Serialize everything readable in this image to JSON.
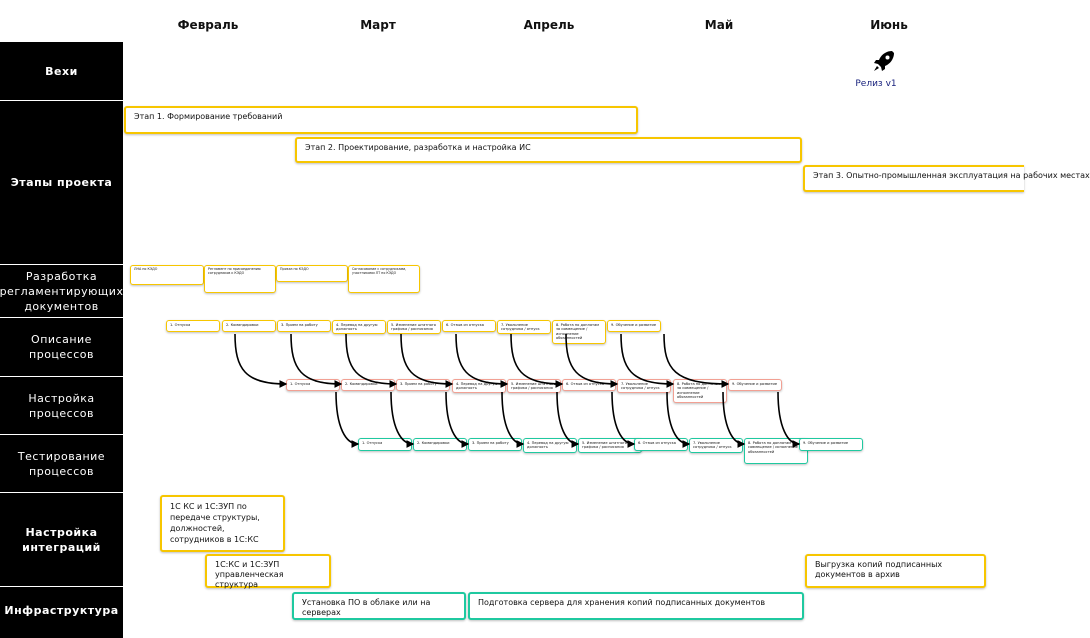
{
  "months": [
    "Февраль",
    "Март",
    "Апрель",
    "Май",
    "Июнь"
  ],
  "rows": {
    "milestones": "Вехи",
    "stages": "Этапы проекта",
    "regdocs": "Разработка регламентирующих документов",
    "proc_desc": "Описание процессов",
    "proc_setup": "Настройка процессов",
    "proc_test": "Тестирование процессов",
    "integrations": "Настройка интеграций",
    "infra": "Инфраструктура"
  },
  "milestone": {
    "icon": "rocket-icon",
    "label": "Релиз v1"
  },
  "stages": [
    "Этап 1. Формирование требований",
    "Этап 2. Проектирование, разработка и настройка ИС",
    "Этап 3. Опытно-промышленная эксплуатация на рабочих местах"
  ],
  "regdocs": [
    "ЛНА по КЭДО",
    "Регламент по присоединению сотрудников к КЭДО",
    "Приказ по КЭДО",
    "Согласование с сотрудниками, участниками ЛТ по КЭДО"
  ],
  "process_desc": [
    "1. Отпуска",
    "2. Командировки",
    "3. Прием на работу",
    "4. Перевод на другую должность",
    "5. Изменение штатного графика / расписания",
    "6. Отзыв из отпуска",
    "7. Увольнение сотрудника / отпуск",
    "8. Работа по доплатам за совмещение / исполнение обязанностей",
    "9. Обучение и развитие"
  ],
  "process_setup": [
    "1. Отпуска",
    "2. Командировки",
    "3. Прием на работу",
    "4. Перевод на другую должность",
    "5. Изменение штатного графика / расписания",
    "6. Отзыв из отпуска",
    "7. Увольнение сотрудника / отпуск",
    "8. Работа по доплатам за совмещение / исполнение обязанностей",
    "9. Обучение и развитие"
  ],
  "process_test": [
    "1. Отпуска",
    "2. Командировки",
    "3. Прием на работу",
    "4. Перевод на другую должность",
    "5. Изменение штатного графика / расписания",
    "6. Отзыв из отпуска",
    "7. Увольнение сотрудника / отпуск",
    "8. Работа по доплатам за совмещение / исполнение обязанностей",
    "9. Обучение и развитие"
  ],
  "integrations": [
    "1С КС и 1С:ЗУП по передаче структуры, должностей, сотрудников в 1С:КС",
    "1С:КС и 1С:ЗУП управленческая структура",
    "Выгрузка копий подписанных документов в архив"
  ],
  "infra": [
    "Установка ПО в облаке или на серверах",
    "Подготовка сервера для хранения копий подписанных документов"
  ],
  "colors": {
    "stage_border": "#f7c600",
    "infra_border": "#1fc9a0",
    "setup_border": "#f2a093",
    "sidebar": "#000000"
  }
}
